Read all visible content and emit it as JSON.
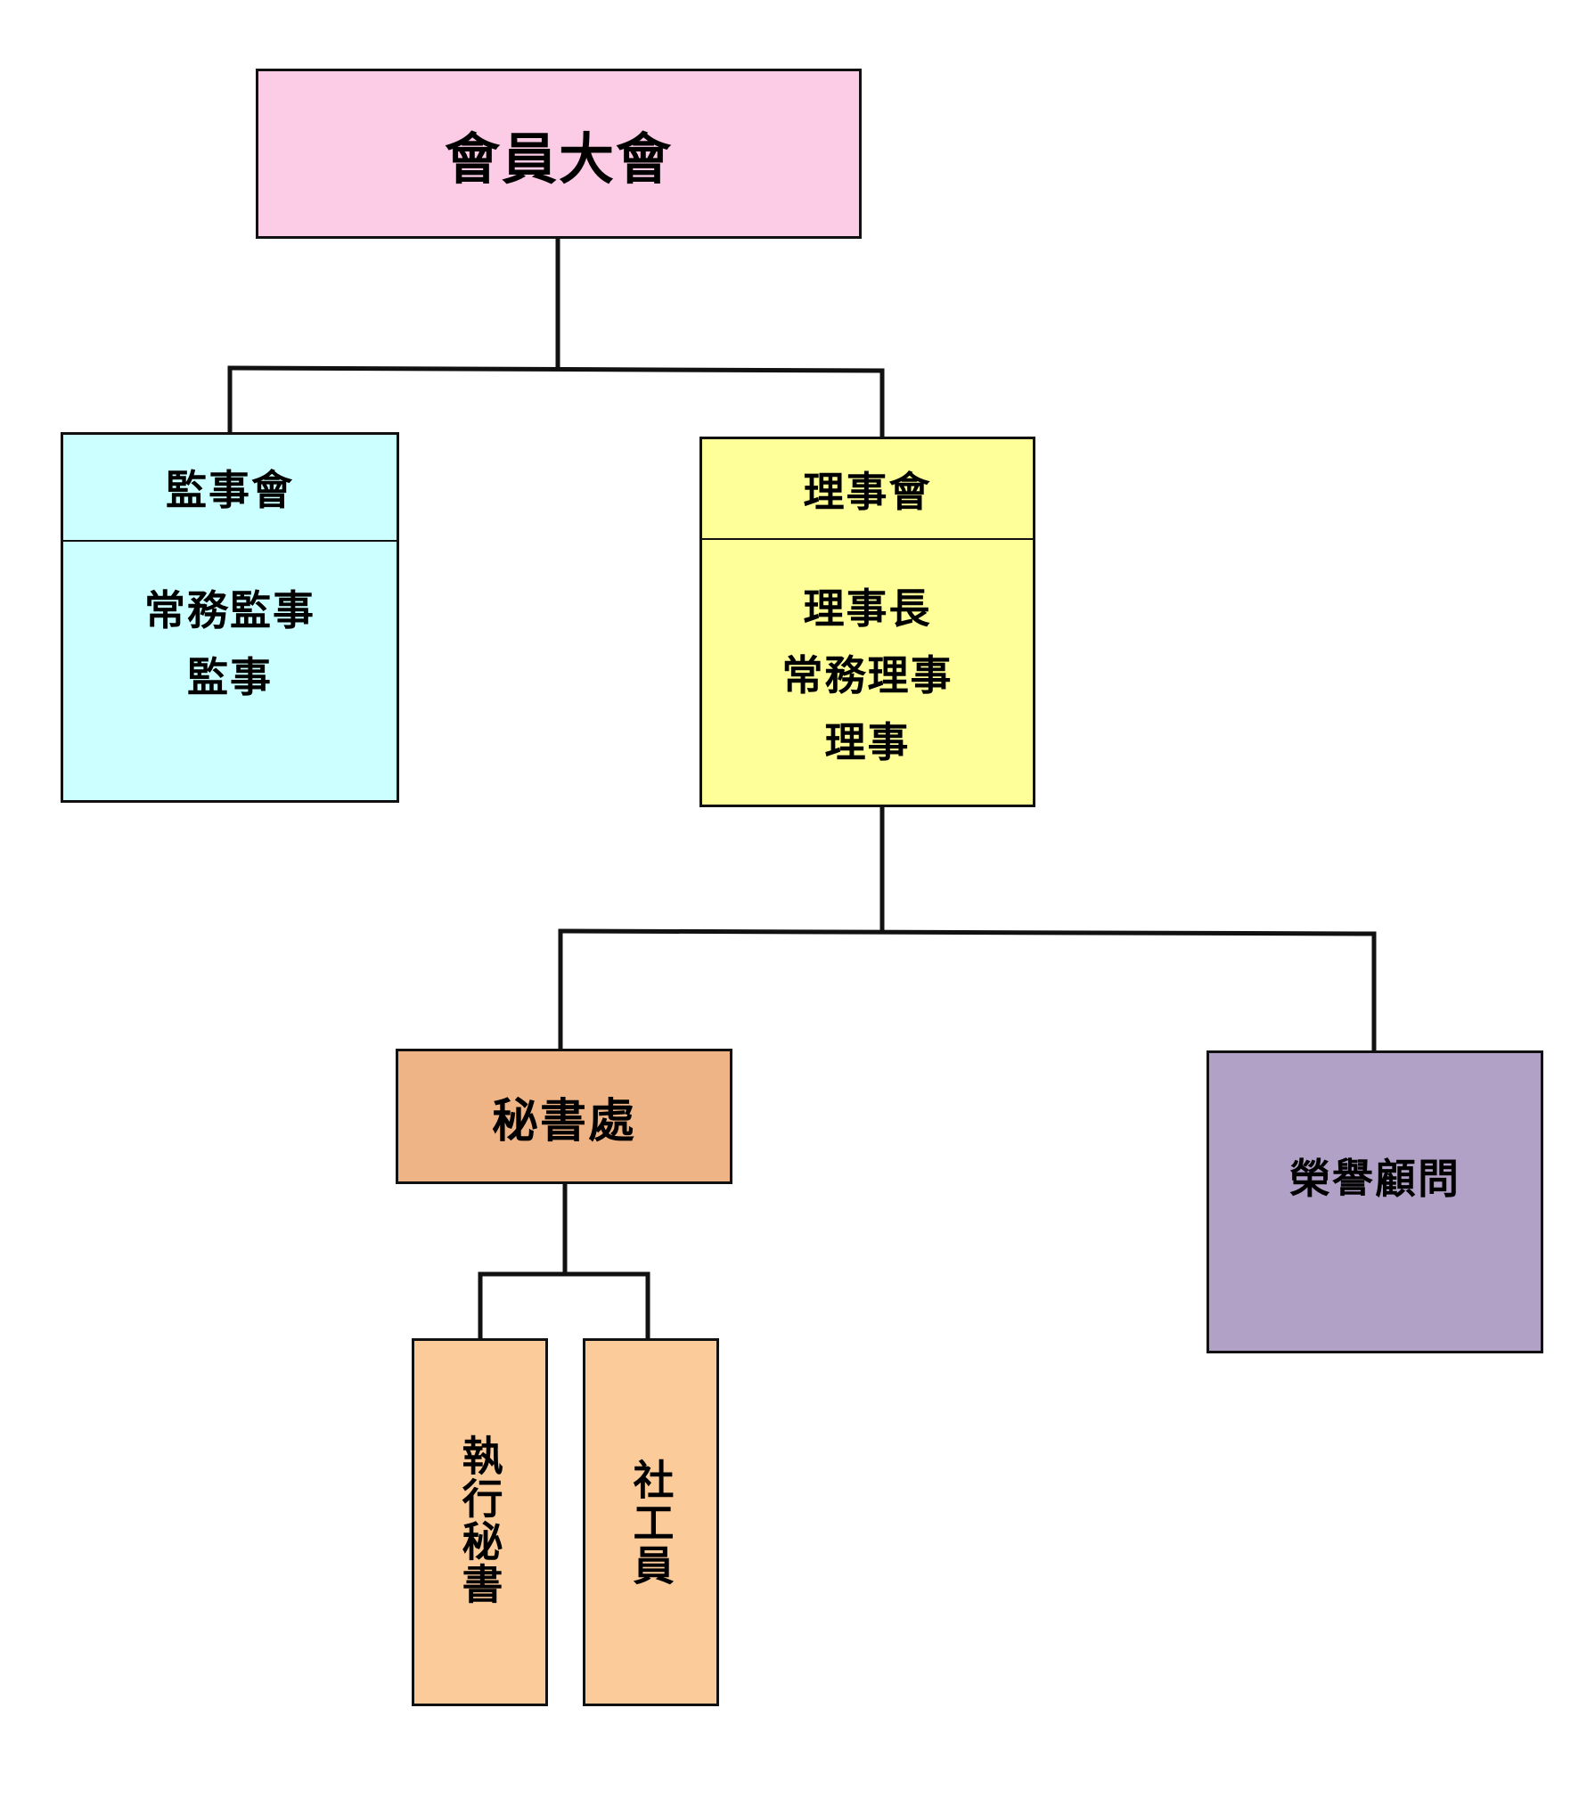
{
  "org_chart": {
    "general_assembly": {
      "title": "會員大會",
      "color": "#FCCBE5"
    },
    "supervisors": {
      "title": "監事會",
      "roles": [
        "常務監事",
        "監事"
      ],
      "color": "#CCFFFF"
    },
    "directors": {
      "title": "理事會",
      "roles": [
        "理事長",
        "常務理事",
        "理事"
      ],
      "color": "#FFFF99"
    },
    "secretariat": {
      "title": "秘書處",
      "color": "#EFB486"
    },
    "honorary_advisors": {
      "title": "榮譽顧問",
      "color": "#B2A1C7"
    },
    "executive_secretary": {
      "title": "執行秘書",
      "color": "#FBCB9A"
    },
    "social_worker": {
      "title": "社工員",
      "color": "#FBCB9A"
    },
    "line_color": "#111111"
  }
}
